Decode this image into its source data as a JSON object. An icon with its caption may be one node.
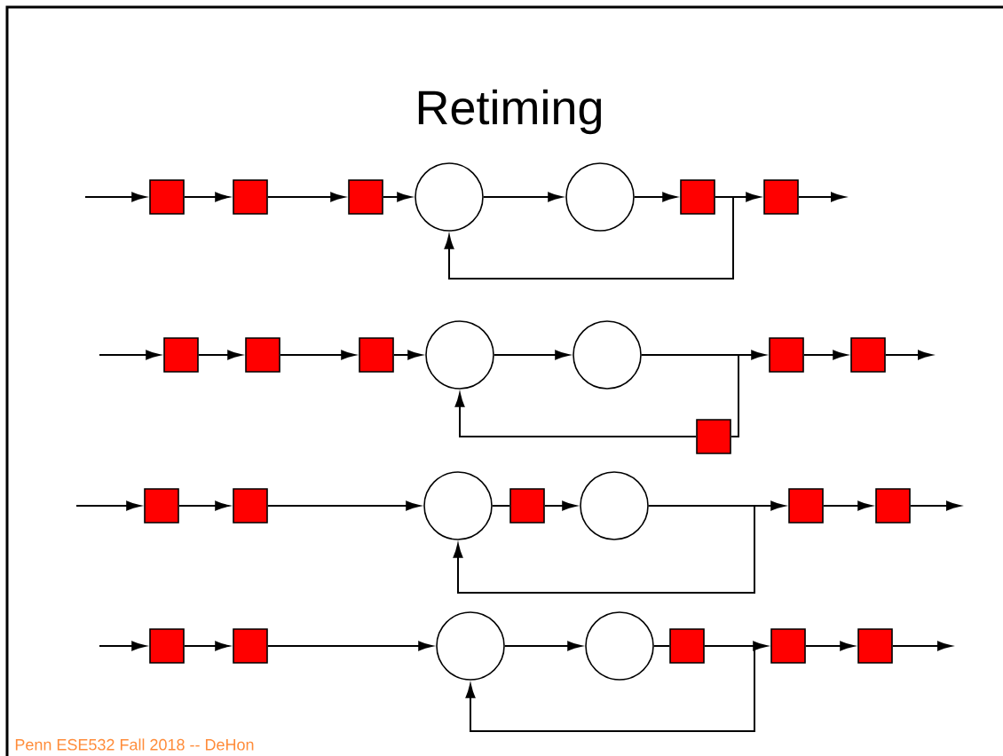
{
  "diagram": {
    "title": "Retiming",
    "nodes": [
      {
        "text": [],
        "shape": "box"
      },
      {
        "text": [],
        "shape": "box"
      },
      {
        "text": [],
        "shape": "box"
      },
      {
        "text": [],
        "shape": "circle"
      },
      {
        "text": [],
        "shape": "circle"
      },
      {
        "text": [],
        "shape": "box"
      },
      {
        "text": [],
        "shape": "box"
      },
      {
        "text": [],
        "shape": "box"
      },
      {
        "text": [],
        "shape": "box"
      },
      {
        "text": [],
        "shape": "box"
      },
      {
        "text": [],
        "shape": "circle"
      },
      {
        "text": [],
        "shape": "circle"
      },
      {
        "text": [],
        "shape": "box"
      },
      {
        "text": [],
        "shape": "box"
      },
      {
        "text": [],
        "shape": "box"
      },
      {
        "text": [],
        "shape": "box"
      },
      {
        "text": [],
        "shape": "box"
      },
      {
        "text": [],
        "shape": "circle"
      },
      {
        "text": [],
        "shape": "box"
      },
      {
        "text": [],
        "shape": "circle"
      },
      {
        "text": [],
        "shape": "box"
      },
      {
        "text": [],
        "shape": "box"
      },
      {
        "text": [],
        "shape": "box"
      },
      {
        "text": [],
        "shape": "box"
      },
      {
        "text": [],
        "shape": "circle"
      },
      {
        "text": [],
        "shape": "circle"
      },
      {
        "text": [],
        "shape": "box"
      },
      {
        "text": [],
        "shape": "box"
      },
      {
        "text": [],
        "shape": "box"
      }
    ],
    "edges": [
      {
        "from": null,
        "to": 0,
        "arrow": "to"
      },
      {
        "from": 0,
        "to": 1,
        "arrow": "to"
      },
      {
        "from": 1,
        "to": 2,
        "arrow": "to"
      },
      {
        "from": 2,
        "to": 3,
        "arrow": "to"
      },
      {
        "from": 3,
        "to": 4,
        "arrow": "to"
      },
      {
        "from": 4,
        "to": 5,
        "arrow": "to"
      },
      {
        "from": 5,
        "to": 6,
        "arrow": "to"
      },
      {
        "from": 5,
        "to": 3,
        "arrow": "to"
      },
      {
        "from": 6,
        "to": null,
        "arrow": "to"
      },
      {
        "from": null,
        "to": 7,
        "arrow": "to"
      },
      {
        "from": 7,
        "to": 8,
        "arrow": "to"
      },
      {
        "from": 8,
        "to": 9,
        "arrow": "to"
      },
      {
        "from": 9,
        "to": 10,
        "arrow": "to"
      },
      {
        "from": 10,
        "to": 11,
        "arrow": "to"
      },
      {
        "from": 11,
        "to": 12,
        "arrow": "to"
      },
      {
        "from": 11,
        "to": 14,
        "arrow": "none"
      },
      {
        "from": 14,
        "to": 10,
        "arrow": "to"
      },
      {
        "from": 12,
        "to": 13,
        "arrow": "to"
      },
      {
        "from": 13,
        "to": null,
        "arrow": "to"
      },
      {
        "from": null,
        "to": 15,
        "arrow": "to"
      },
      {
        "from": 15,
        "to": 16,
        "arrow": "to"
      },
      {
        "from": 16,
        "to": 17,
        "arrow": "to"
      },
      {
        "from": 17,
        "to": 18,
        "arrow": "none"
      },
      {
        "from": 18,
        "to": 19,
        "arrow": "to"
      },
      {
        "from": 19,
        "to": 20,
        "arrow": "to"
      },
      {
        "from": 19,
        "to": 17,
        "arrow": "to"
      },
      {
        "from": 20,
        "to": 21,
        "arrow": "to"
      },
      {
        "from": 21,
        "to": null,
        "arrow": "to"
      },
      {
        "from": null,
        "to": 22,
        "arrow": "to"
      },
      {
        "from": 22,
        "to": 23,
        "arrow": "to"
      },
      {
        "from": 23,
        "to": 24,
        "arrow": "to"
      },
      {
        "from": 24,
        "to": 25,
        "arrow": "to"
      },
      {
        "from": 25,
        "to": 26,
        "arrow": "none"
      },
      {
        "from": 26,
        "to": 27,
        "arrow": "to"
      },
      {
        "from": 26,
        "to": 24,
        "arrow": "to"
      },
      {
        "from": 27,
        "to": 28,
        "arrow": "to"
      },
      {
        "from": 28,
        "to": null,
        "arrow": "to"
      }
    ],
    "labels": [
      "Penn ESE532 Fall 2018 -- DeHon"
    ]
  }
}
